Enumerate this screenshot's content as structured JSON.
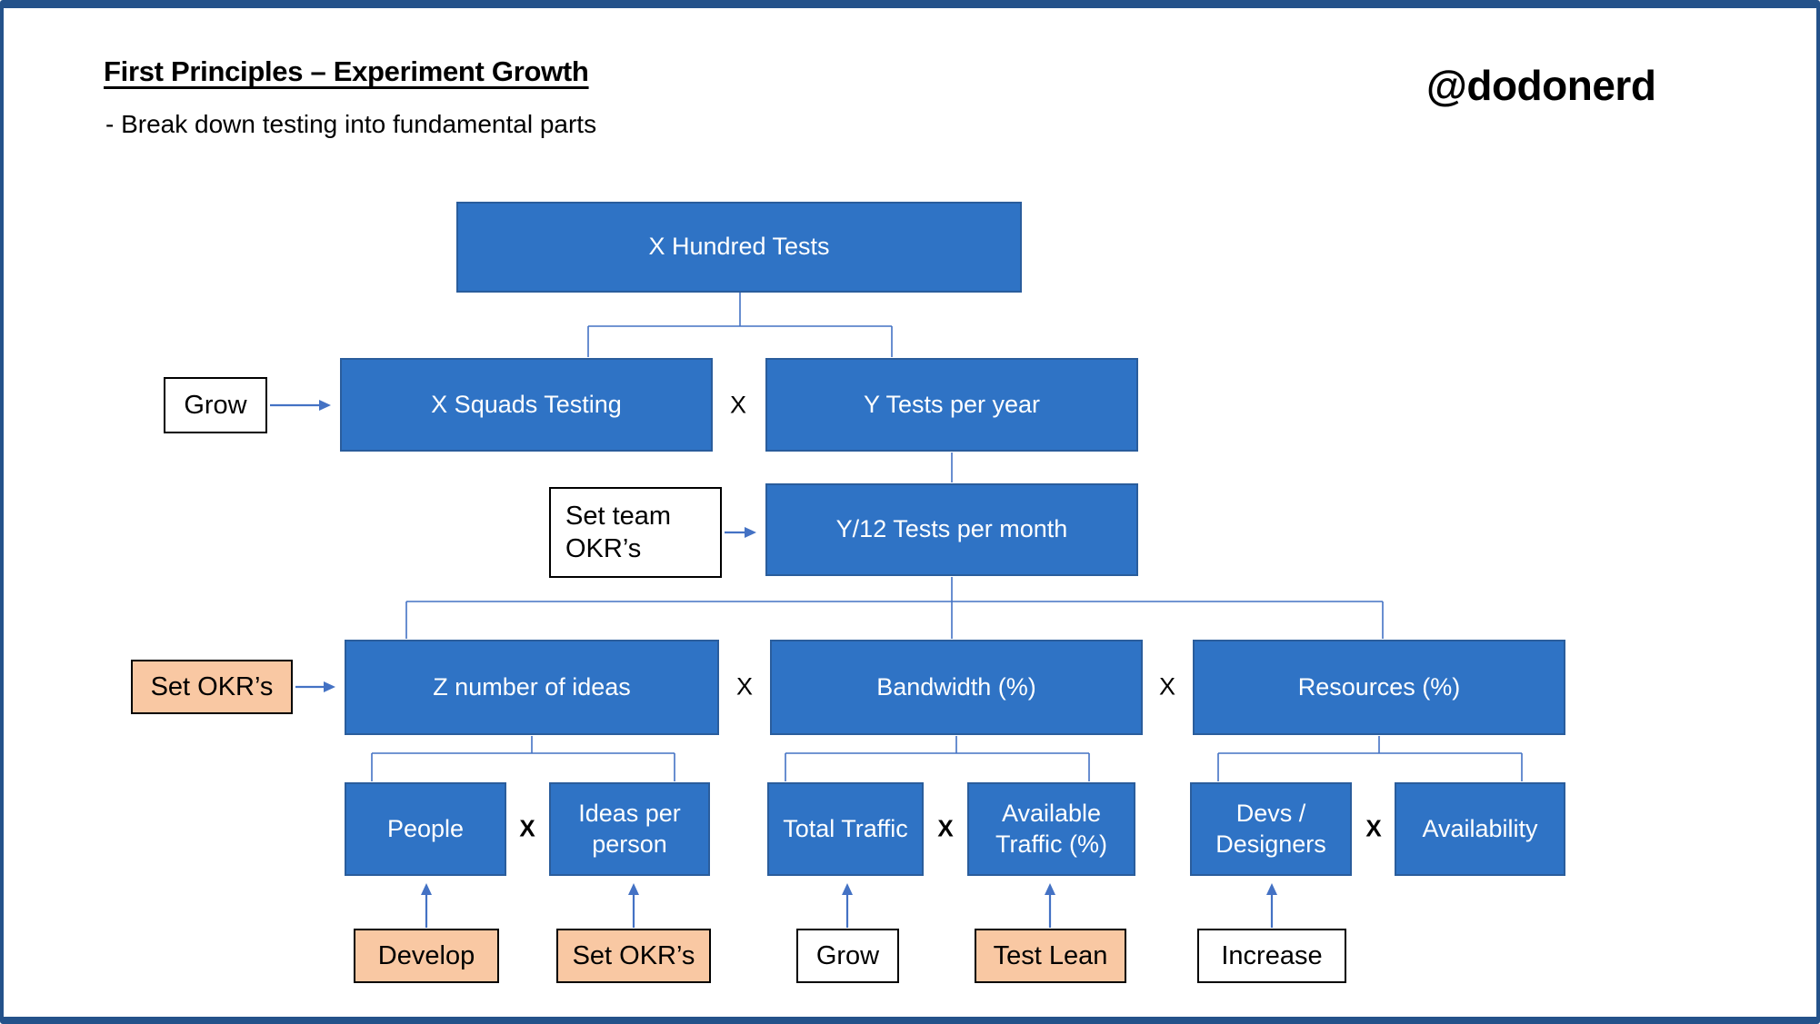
{
  "slide": {
    "title": "First Principles – Experiment Growth",
    "subtitle": "- Break down testing into fundamental parts",
    "handle": "@dodonerd"
  },
  "multiply": "X",
  "nodes": {
    "hundred_tests": "X Hundred Tests",
    "squads_testing": "X Squads Testing",
    "tests_per_year": "Y Tests per year",
    "tests_per_month": "Y/12 Tests per month",
    "number_of_ideas": "Z number of ideas",
    "bandwidth": "Bandwidth (%)",
    "resources": "Resources (%)",
    "people": "People",
    "ideas_per_person": "Ideas per person",
    "total_traffic": "Total Traffic",
    "available_traffic": "Available Traffic (%)",
    "devs_designers": "Devs / Designers",
    "availability": "Availability"
  },
  "actions": {
    "grow_squads": "Grow",
    "set_team_okrs": "Set team OKR’s",
    "set_okrs_ideas": "Set OKR’s",
    "develop": "Develop",
    "set_okrs_person": "Set OKR’s",
    "grow_traffic": "Grow",
    "test_lean": "Test Lean",
    "increase": "Increase"
  },
  "colors": {
    "node_blue": "#2F73C5",
    "node_border": "#2A5D9C",
    "connector_blue": "#4472C4",
    "action_orange": "#F9C8A3",
    "action_border": "#000000",
    "slide_border": "#24528A"
  }
}
